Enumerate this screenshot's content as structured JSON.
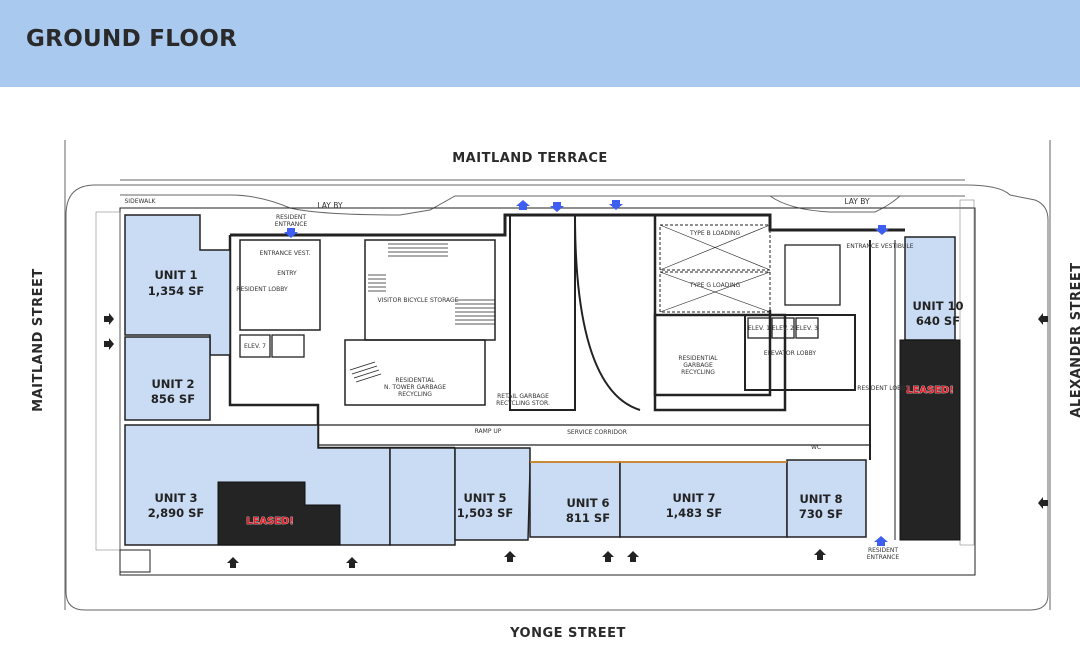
{
  "header": {
    "title": "GROUND FLOOR"
  },
  "streets": {
    "north": "MAITLAND TERRACE",
    "south": "YONGE STREET",
    "west": "MAITLAND STREET",
    "east": "ALEXANDER STREET"
  },
  "units": [
    {
      "name": "UNIT 1",
      "area": "1,354 SF"
    },
    {
      "name": "UNIT 2",
      "area": "856 SF"
    },
    {
      "name": "UNIT 3",
      "area": "2,890 SF"
    },
    {
      "name": "UNIT 5",
      "area": "1,503 SF"
    },
    {
      "name": "UNIT 6",
      "area": "811 SF"
    },
    {
      "name": "UNIT 7",
      "area": "1,483 SF"
    },
    {
      "name": "UNIT 8",
      "area": "730 SF"
    },
    {
      "name": "UNIT 10",
      "area": "640 SF"
    }
  ],
  "leased_label": "LEASED!",
  "rooms": {
    "sidewalk": "SIDEWALK",
    "lay_by_1": "LAY BY",
    "lay_by_2": "LAY BY",
    "resident_entrance_top_1": "RESIDENT",
    "resident_entrance_top_2": "ENTRANCE",
    "entrance_vest": "ENTRANCE VEST.",
    "entry": "ENTRY",
    "resident_lobby": "RESIDENT LOBBY",
    "visitor_bicycle": "VISITOR BICYCLE STORAGE",
    "n_tower_garbage_1": "RESIDENTIAL",
    "n_tower_garbage_2": "N. TOWER GARBAGE",
    "n_tower_garbage_3": "RECYCLING",
    "retail_garbage_1": "RETAIL GARBAGE",
    "retail_garbage_2": "RECYCLING STOR.",
    "service_corridor": "SERVICE CORRIDOR",
    "type_b_loading": "TYPE B LOADING",
    "type_g_loading": "TYPE G LOADING",
    "res_garbage_1": "RESIDENTIAL",
    "res_garbage_2": "GARBAGE",
    "res_garbage_3": "RECYCLING",
    "elevator_lobby": "ELEVATOR LOBBY",
    "entrance_vestibule": "ENTRANCE VESTIBULE",
    "resident_lobby_east": "RESIDENT LOBBY",
    "ramp_up": "RAMP UP",
    "resident_entrance_bottom_1": "RESIDENT",
    "resident_entrance_bottom_2": "ENTRANCE",
    "elev_1": "ELEV. 1",
    "elev_2": "ELEV. 2",
    "elev_3": "ELEV. 3",
    "elev_7": "ELEV. 7",
    "wc": "WC"
  },
  "colors": {
    "unit_fill": "#c9dcf4",
    "leased_fill": "#242424",
    "header": "#a9c9ef",
    "arrow_blue": "#3d5ef0"
  }
}
